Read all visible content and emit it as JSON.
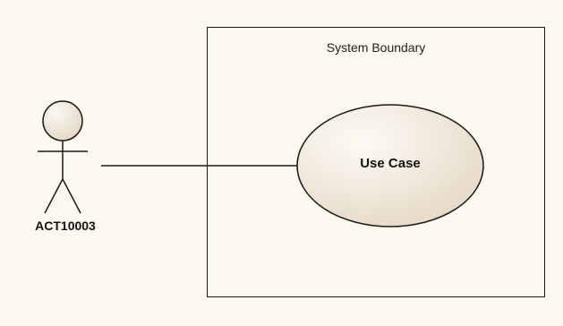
{
  "diagram": {
    "boundary": {
      "title": "System Boundary"
    },
    "use_case": {
      "label": "Use Case"
    },
    "actor": {
      "label": "ACT10003"
    },
    "colors": {
      "background": "#fdf9f1",
      "stroke": "#1a1a1a",
      "fill_light": "#fbf6ee",
      "fill_dark": "#e7dccb"
    }
  }
}
